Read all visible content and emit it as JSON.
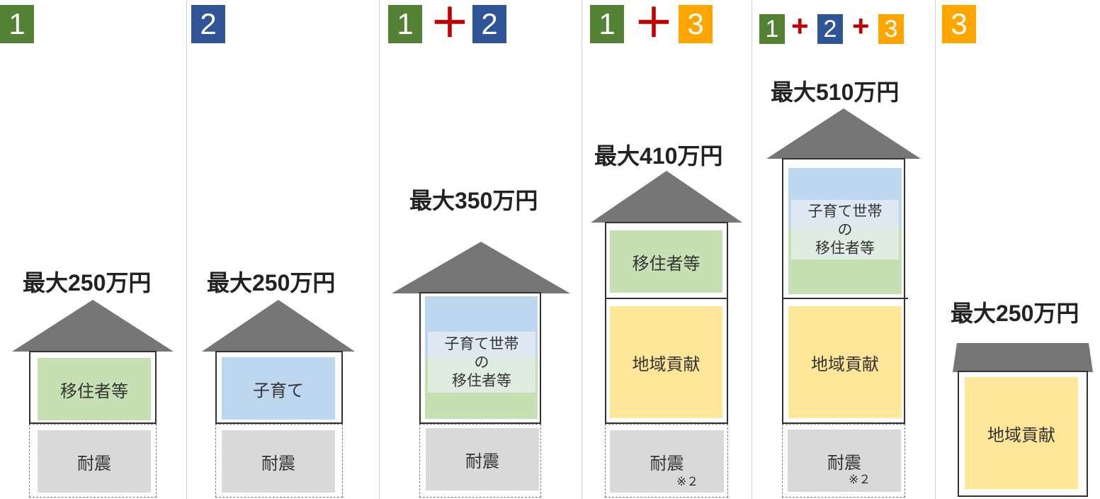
{
  "colors": {
    "green": "#548235",
    "blue": "#2f5597",
    "orange": "#ffa500",
    "plus": "#c00000",
    "roof": "#767676",
    "green_block": "#c6e0b4",
    "blue_block": "#bdd7ee",
    "yellow_block": "#ffe699",
    "gray_block": "#d9d9d9"
  },
  "columns": [
    {
      "badges": [
        "1"
      ],
      "amount": "最大250万円",
      "blocks": [
        "移住者等",
        "耐震"
      ]
    },
    {
      "badges": [
        "2"
      ],
      "amount": "最大250万円",
      "blocks": [
        "子育て",
        "耐震"
      ]
    },
    {
      "badges": [
        "1",
        "2"
      ],
      "plus": "＋",
      "amount": "最大350万円",
      "mixed": [
        "子育て世帯",
        "の",
        "移住者等"
      ],
      "blocks": [
        "耐震"
      ]
    },
    {
      "badges": [
        "1",
        "3"
      ],
      "plus": "＋",
      "amount": "最大410万円",
      "blocks": [
        "移住者等",
        "地域貢献",
        "耐震"
      ],
      "note": "※２"
    },
    {
      "badges": [
        "1",
        "2",
        "3"
      ],
      "plus": "+",
      "amount": "最大510万円",
      "mixed": [
        "子育て世帯",
        "の",
        "移住者等"
      ],
      "blocks": [
        "地域貢献",
        "耐震"
      ],
      "note": "※２"
    },
    {
      "badges": [
        "3"
      ],
      "amount": "最大250万円",
      "blocks": [
        "地域貢献"
      ]
    }
  ]
}
